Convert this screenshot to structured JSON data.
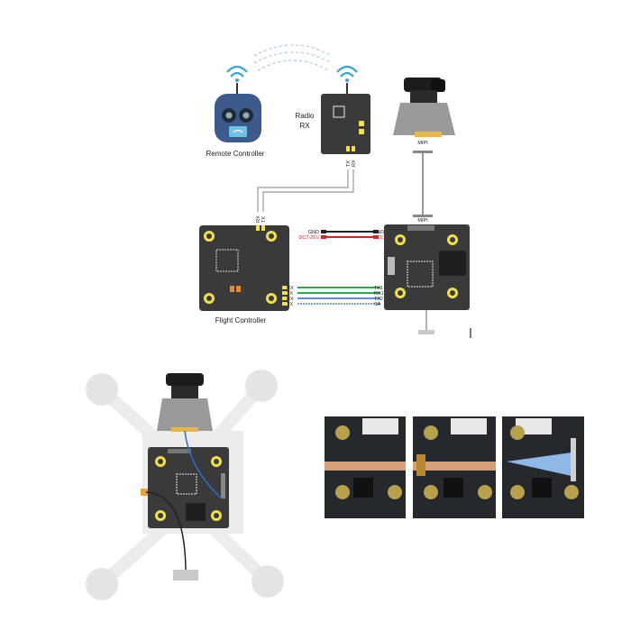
{
  "labels": {
    "remote_controller": "Remote Controller",
    "radio_rx_line1": "Radio",
    "radio_rx_line2": "RX",
    "flight_controller": "Flight Controller",
    "mipi_camera": "MIPI",
    "mipi_board": "MIPI"
  },
  "pins": {
    "rx_tx": [
      "TX",
      "RX"
    ],
    "fc_tx_rx": [
      "RX",
      "TX"
    ],
    "power_left": [
      "GND",
      "DC7-26V"
    ],
    "power_right": [
      "GND",
      "VCC"
    ],
    "fc_uart_left": [
      "RX",
      "TX",
      "RX",
      "TX"
    ],
    "vtx_uart_right": [
      "TX1",
      "RX1",
      "TX2",
      "SA"
    ]
  },
  "colors": {
    "board": "#3a3a3a",
    "pad": "#f0e14a",
    "wire_power": "#e02020",
    "wire_uart_green": "#2aa84a",
    "wire_uart_blue": "#2a6fd0",
    "remote_body": "#3c5a8c",
    "coax": "#d4a07a"
  }
}
